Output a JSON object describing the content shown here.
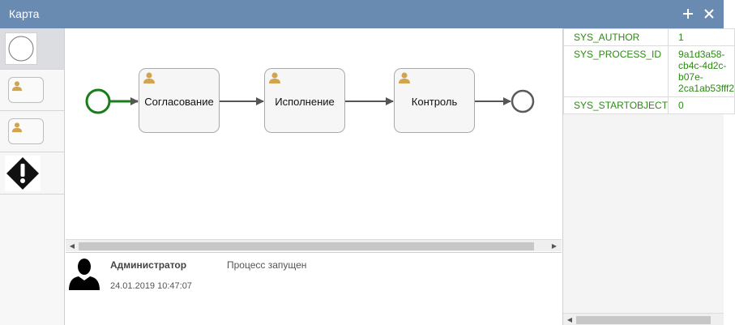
{
  "window": {
    "title": "Карта"
  },
  "palette": {
    "items": [
      {
        "name": "start-event"
      },
      {
        "name": "user-task"
      },
      {
        "name": "user-task"
      },
      {
        "name": "exclusive-gateway"
      }
    ]
  },
  "diagram": {
    "tasks": [
      {
        "label": "Согласование"
      },
      {
        "label": "Исполнение"
      },
      {
        "label": "Контроль"
      }
    ],
    "colors": {
      "start": "#1a7d1a",
      "end": "#5b5b5b",
      "arrow": "#555555",
      "icon": "#d2a450"
    }
  },
  "log": {
    "entries": [
      {
        "author": "Администратор",
        "message": "Процесс запущен",
        "time": "24.01.2019 10:47:07"
      }
    ]
  },
  "properties": {
    "rows": [
      {
        "key": "SYS_AUTHOR",
        "value": "1"
      },
      {
        "key": "SYS_PROCESS_ID",
        "value": "9a1d3a58-\ncb4c-4d2c-\nb07e-\n2ca1ab53fff2"
      },
      {
        "key": "SYS_STARTOBJECT",
        "value": "0"
      }
    ]
  }
}
